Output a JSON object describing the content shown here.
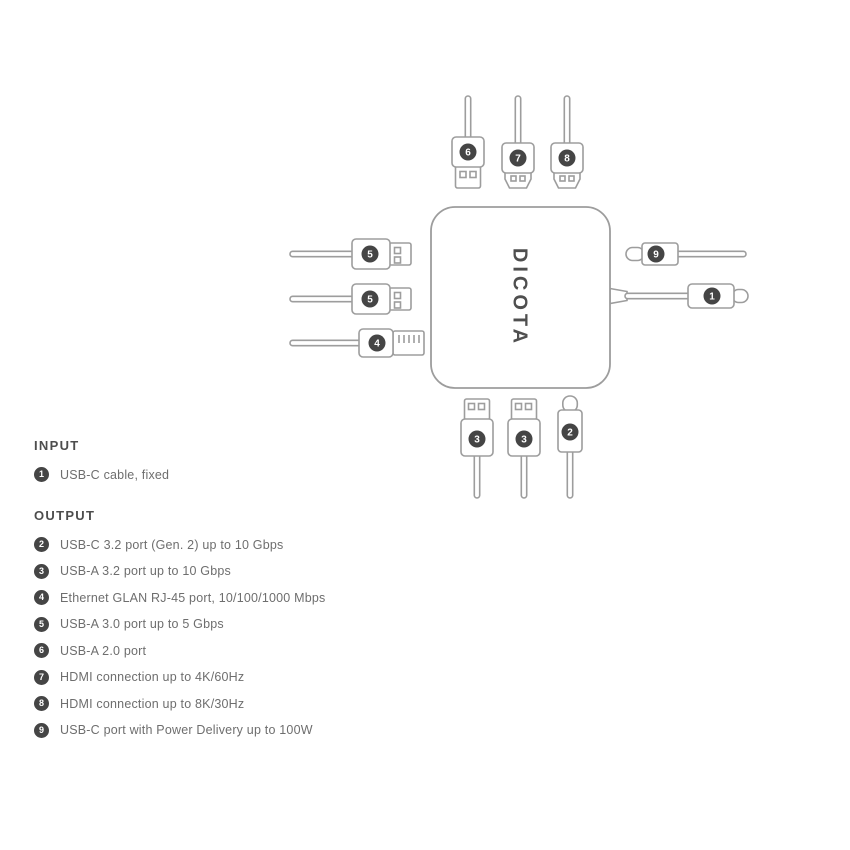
{
  "brand": "DICOTA",
  "diagram": {
    "connectors": {
      "top": [
        "6",
        "7",
        "8"
      ],
      "left": [
        "5",
        "5",
        "4"
      ],
      "right": [
        "9",
        "1"
      ],
      "bottom": [
        "3",
        "3",
        "2"
      ]
    }
  },
  "legend": {
    "input": {
      "title": "INPUT",
      "items": [
        {
          "num": "1",
          "label": "USB-C cable, fixed"
        }
      ]
    },
    "output": {
      "title": "OUTPUT",
      "items": [
        {
          "num": "2",
          "label": "USB-C 3.2 port (Gen. 2) up to 10 Gbps"
        },
        {
          "num": "3",
          "label": "USB-A 3.2 port up to 10 Gbps"
        },
        {
          "num": "4",
          "label": "Ethernet GLAN RJ-45 port, 10/100/1000 Mbps"
        },
        {
          "num": "5",
          "label": "USB-A 3.0 port up to 5 Gbps"
        },
        {
          "num": "6",
          "label": "USB-A 2.0 port"
        },
        {
          "num": "7",
          "label": "HDMI connection up to 4K/60Hz"
        },
        {
          "num": "8",
          "label": "HDMI connection up to 8K/30Hz"
        },
        {
          "num": "9",
          "label": "USB-C port with Power Delivery up to 100W"
        }
      ]
    }
  },
  "colors": {
    "outline": "#9d9d9d",
    "badge": "#454545",
    "label_text": "#6e6e6e",
    "title_text": "#4d4d4d"
  }
}
